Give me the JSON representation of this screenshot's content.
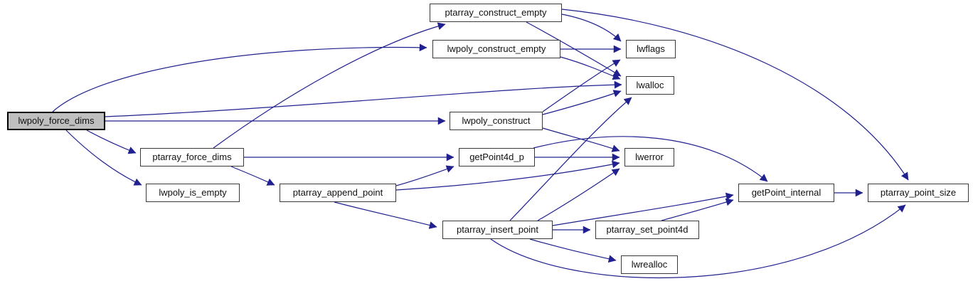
{
  "diagram": {
    "kind": "doxygen-call-graph",
    "root": "lwpoly_force_dims",
    "colors": {
      "edge": "#20208e",
      "node_border": "#3a3a3a",
      "node_fill": "#ffffff",
      "highlight_fill": "#bfbfbf",
      "background": "#ffffff",
      "text": "#111111"
    },
    "nodes": {
      "lwpoly_force_dims": {
        "label": "lwpoly_force_dims",
        "highlighted": true
      },
      "ptarray_force_dims": {
        "label": "ptarray_force_dims"
      },
      "lwpoly_is_empty": {
        "label": "lwpoly_is_empty"
      },
      "ptarray_append_point": {
        "label": "ptarray_append_point"
      },
      "ptarray_construct_empty": {
        "label": "ptarray_construct_empty"
      },
      "lwpoly_construct_empty": {
        "label": "lwpoly_construct_empty"
      },
      "lwpoly_construct": {
        "label": "lwpoly_construct"
      },
      "getPoint4d_p": {
        "label": "getPoint4d_p"
      },
      "lwflags": {
        "label": "lwflags"
      },
      "lwalloc": {
        "label": "lwalloc"
      },
      "lwerror": {
        "label": "lwerror"
      },
      "ptarray_insert_point": {
        "label": "ptarray_insert_point"
      },
      "ptarray_set_point4d": {
        "label": "ptarray_set_point4d"
      },
      "lwrealloc": {
        "label": "lwrealloc"
      },
      "getPoint_internal": {
        "label": "getPoint_internal"
      },
      "ptarray_point_size": {
        "label": "ptarray_point_size"
      }
    },
    "edges": [
      {
        "from": "lwpoly_force_dims",
        "to": "lwpoly_construct_empty"
      },
      {
        "from": "lwpoly_force_dims",
        "to": "lwalloc"
      },
      {
        "from": "lwpoly_force_dims",
        "to": "lwpoly_construct"
      },
      {
        "from": "lwpoly_force_dims",
        "to": "ptarray_force_dims"
      },
      {
        "from": "lwpoly_force_dims",
        "to": "lwpoly_is_empty"
      },
      {
        "from": "ptarray_force_dims",
        "to": "ptarray_construct_empty"
      },
      {
        "from": "ptarray_force_dims",
        "to": "getPoint4d_p"
      },
      {
        "from": "ptarray_force_dims",
        "to": "ptarray_append_point"
      },
      {
        "from": "ptarray_append_point",
        "to": "getPoint4d_p"
      },
      {
        "from": "ptarray_append_point",
        "to": "lwerror"
      },
      {
        "from": "ptarray_append_point",
        "to": "ptarray_insert_point"
      },
      {
        "from": "ptarray_construct_empty",
        "to": "lwflags"
      },
      {
        "from": "ptarray_construct_empty",
        "to": "lwalloc"
      },
      {
        "from": "ptarray_construct_empty",
        "to": "ptarray_point_size"
      },
      {
        "from": "lwpoly_construct_empty",
        "to": "lwflags"
      },
      {
        "from": "lwpoly_construct_empty",
        "to": "lwalloc"
      },
      {
        "from": "lwpoly_construct",
        "to": "lwflags"
      },
      {
        "from": "lwpoly_construct",
        "to": "lwalloc"
      },
      {
        "from": "lwpoly_construct",
        "to": "lwerror"
      },
      {
        "from": "getPoint4d_p",
        "to": "lwerror"
      },
      {
        "from": "getPoint4d_p",
        "to": "getPoint_internal"
      },
      {
        "from": "ptarray_insert_point",
        "to": "lwalloc"
      },
      {
        "from": "ptarray_insert_point",
        "to": "lwerror"
      },
      {
        "from": "ptarray_insert_point",
        "to": "ptarray_set_point4d"
      },
      {
        "from": "ptarray_insert_point",
        "to": "lwrealloc"
      },
      {
        "from": "ptarray_insert_point",
        "to": "getPoint_internal"
      },
      {
        "from": "ptarray_insert_point",
        "to": "ptarray_point_size"
      },
      {
        "from": "ptarray_set_point4d",
        "to": "getPoint_internal"
      },
      {
        "from": "getPoint_internal",
        "to": "ptarray_point_size"
      }
    ]
  }
}
